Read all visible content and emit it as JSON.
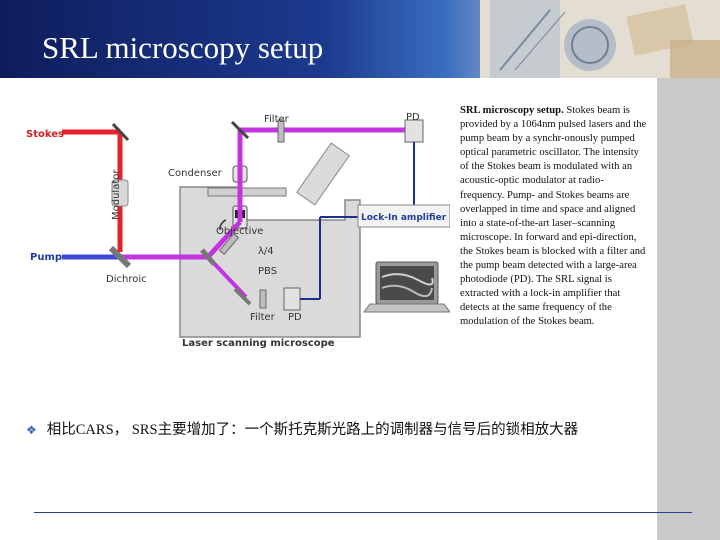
{
  "slide": {
    "title": "SRL microscopy setup",
    "bullet_text": "相比CARS， SRS主要增加了：一个斯托克斯光路上的调制器与信号后的锁相放大器",
    "bullet_icon": "diamond-bullet-icon"
  },
  "caption": {
    "lead": "SRL microscopy setup.",
    "body": " Stokes beam is provided by a 1064nm pulsed lasers and the pump beam by a synchr-onously pumped optical parametric oscillator. The intensity of the Stokes beam is modulated with an acoustic-optic modulator at radio-frequency. Pump- and Stokes beams are overlapped in time and space and aligned into a state-of-the-art laser–scanning microscope. In forward and epi-direction, the Stokes beam is blocked with a filter and the pump beam detected with a large-area photodiode (PD). The SRL signal is extracted with a lock-in amplifier that detects at the same frequency of the modulation of the Stokes beam."
  },
  "diagram": {
    "labels": {
      "stokes": "Stokes",
      "modulator": "Modulator",
      "pump": "Pump",
      "dichroic": "Dichroic",
      "filter_top": "Filter",
      "pd_top": "PD",
      "condenser": "Condenser",
      "objective": "Objective",
      "lambda4": "λ/4",
      "pbs": "PBS",
      "filter_bottom": "Filter",
      "pd_bottom": "PD",
      "lockin": "Lock-In amplifier",
      "microscope": "Laser scanning microscope"
    },
    "colors": {
      "stokes_beam": "#e8212b",
      "pump_beam": "#3b4bd8",
      "combined_beam": "#c433e0",
      "signal_line": "#1f2f8f",
      "microscope_body": "#d9d9d9",
      "label_red": "#d42020",
      "label_blue": "#1f3c9c"
    }
  }
}
